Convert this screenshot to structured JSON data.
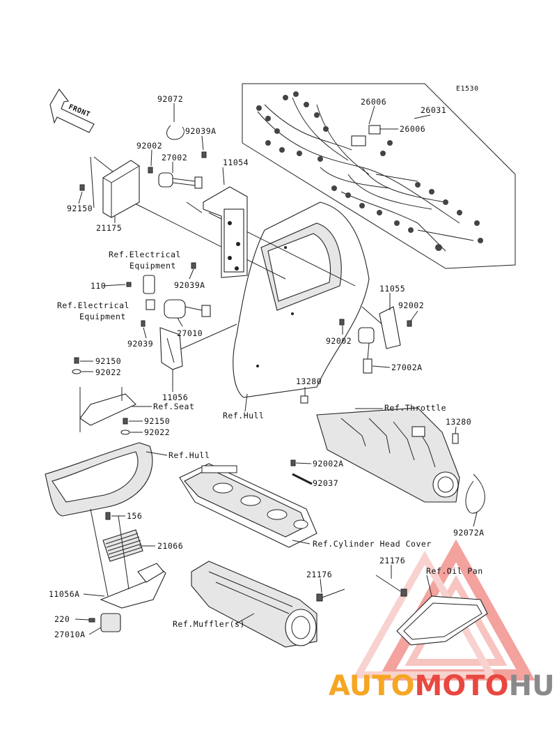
{
  "diagram_code": "E1530",
  "front_label": "FRONT",
  "labels": {
    "p92072": "92072",
    "p92039A_top": "92039A",
    "p92002_top": "92002",
    "p27002": "27002",
    "p11054": "11054",
    "p92150_a": "92150",
    "p21175": "21175",
    "ref_elec_1a": "Ref.Electrical",
    "ref_elec_1b": "Equipment",
    "p110": "110",
    "p92039A_mid": "92039A",
    "ref_elec_2a": "Ref.Electrical",
    "ref_elec_2b": "Equipment",
    "p27010": "27010",
    "p92039": "92039",
    "p92150_b": "92150",
    "p92022_a": "92022",
    "p11056": "11056",
    "ref_seat": "Ref.Seat",
    "p92150_c": "92150",
    "p92022_b": "92022",
    "ref_hull_left": "Ref.Hull",
    "ref_hull_center": "Ref.Hull",
    "p26031": "26031",
    "p26006_a": "26006",
    "p26006_b": "26006",
    "p11055": "11055",
    "p92002_r1": "92002",
    "p92002_r2": "92002",
    "p27002A": "27002A",
    "p13280_a": "13280",
    "ref_throttle": "Ref.Throttle",
    "p13280_b": "13280",
    "p92002A": "92002A",
    "p92037": "92037",
    "p92072A": "92072A",
    "ref_cyl_head": "Ref.Cylinder Head Cover",
    "p156": "156",
    "p21066": "21066",
    "p11056A": "11056A",
    "p220": "220",
    "p27010A": "27010A",
    "ref_muffler": "Ref.Muffler(s)",
    "p21176_a": "21176",
    "p21176_b": "21176",
    "ref_oil_pan": "Ref.Oil Pan"
  },
  "watermark": {
    "part1": "AUTO",
    "part2": "MOTO",
    "part3": "HUB",
    "color_orange": "#f5a623",
    "color_red": "#e8483f",
    "color_gray": "#8a8a8a"
  }
}
